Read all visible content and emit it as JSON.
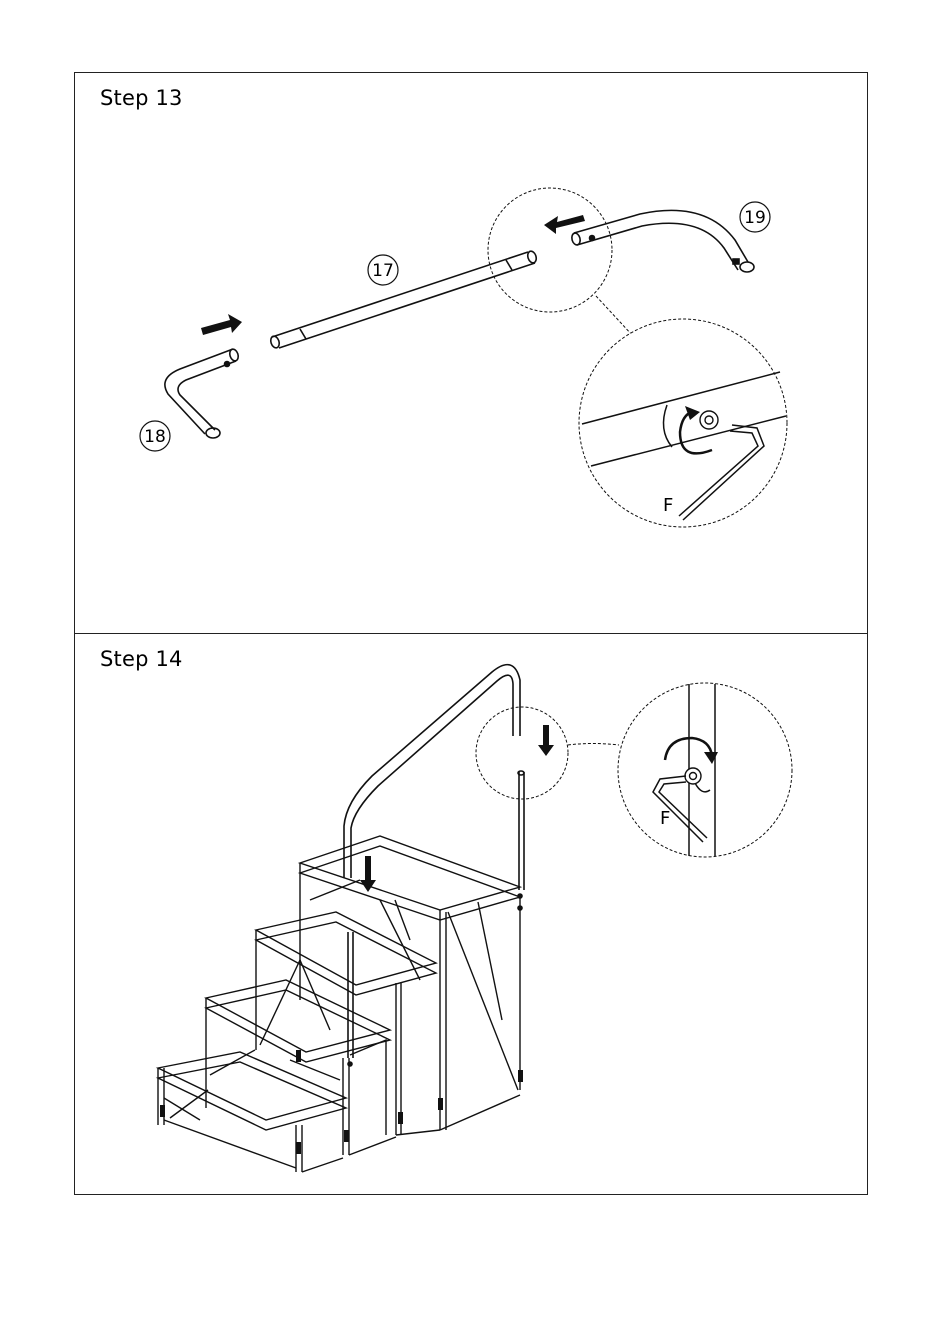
{
  "steps": [
    {
      "title": "Step 13",
      "parts": {
        "bar_straight": "17",
        "handle_left": "18",
        "handle_right": "19"
      },
      "tool_label": "F"
    },
    {
      "title": "Step 14",
      "tool_label": "F"
    }
  ],
  "colors": {
    "line": "#111111",
    "background": "#ffffff"
  },
  "icons": [
    "push-arrow-icon",
    "rotate-arrow-icon",
    "allen-key-icon",
    "bolt-icon"
  ]
}
